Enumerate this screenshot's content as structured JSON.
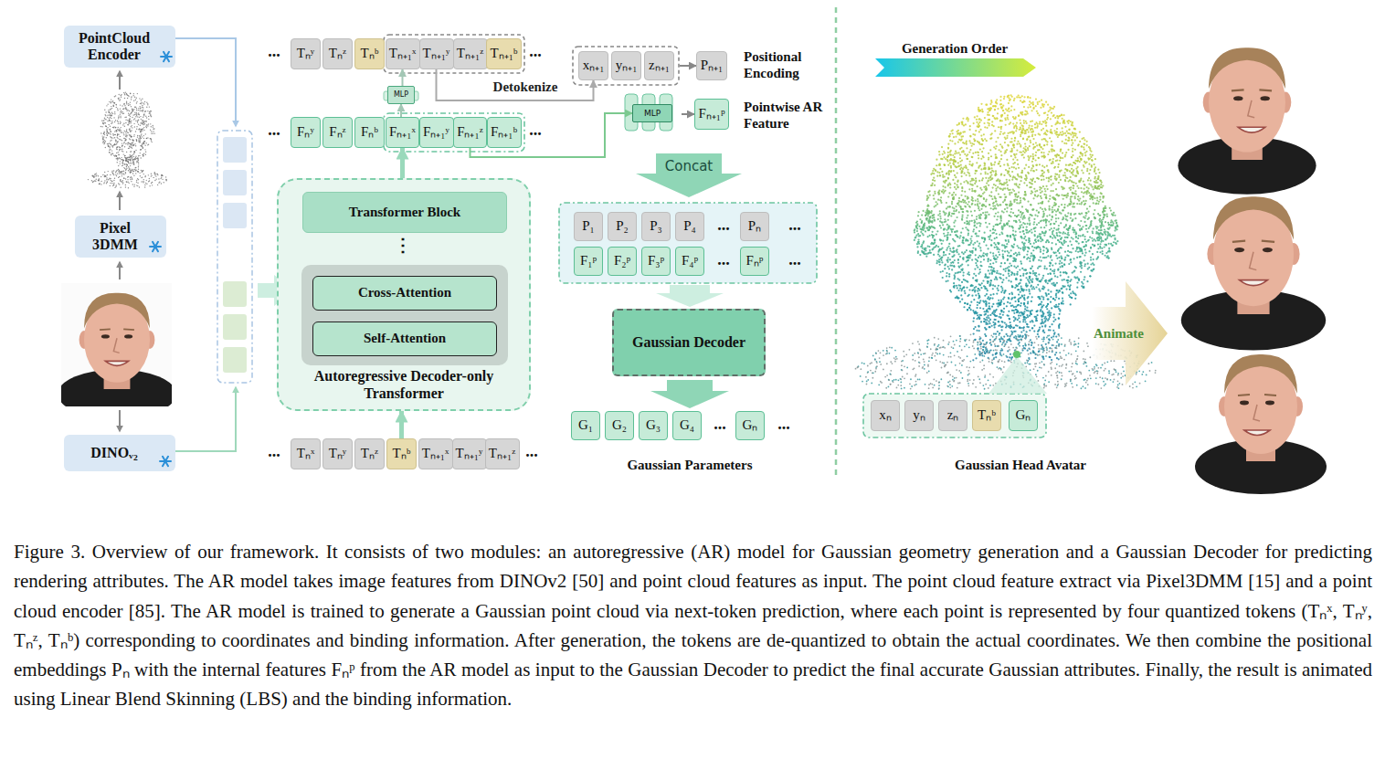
{
  "diagram": {
    "caption": "Figure 3. Overview of our framework. It consists of two modules: an autoregressive (AR) model for Gaussian geometry generation and a Gaussian Decoder for predicting rendering attributes. The AR model takes image features from DINOv2 [50] and point cloud features as input. The point cloud feature extract via Pixel3DMM [15] and a point cloud encoder [85]. The AR model is trained to generate a Gaussian point cloud via next-token prediction, where each point is represented by four quantized tokens (Tₙˣ, Tₙʸ, Tₙᶻ, Tₙᵇ) corresponding to coordinates and binding information. After generation, the tokens are de-quantized to obtain the actual coordinates. We then combine the positional embeddings Pₙ with the internal features Fₙᵖ from the AR model as input to the Gaussian Decoder to predict the final accurate Gaussian attributes. Finally, the result is animated using Linear Blend Skinning (LBS) and the binding information.",
    "nodes": [
      {
        "text": [
          "PointCloud Encoder"
        ]
      },
      {
        "text": [
          "Pixel 3DMM"
        ]
      },
      {
        "text": [
          "DINOᵥ₂"
        ]
      },
      {
        "text": [
          "Tₙʸ"
        ]
      },
      {
        "text": [
          "Tₙᶻ"
        ]
      },
      {
        "text": [
          "Tₙᵇ"
        ]
      },
      {
        "text": [
          "Tₙ₊₁ˣ"
        ]
      },
      {
        "text": [
          "Tₙ₊₁ʸ"
        ]
      },
      {
        "text": [
          "Tₙ₊₁ᶻ"
        ]
      },
      {
        "text": [
          "Tₙ₊₁ᵇ"
        ]
      },
      {
        "text": [
          "xₙ₊₁"
        ]
      },
      {
        "text": [
          "yₙ₊₁"
        ]
      },
      {
        "text": [
          "zₙ₊₁"
        ]
      },
      {
        "text": [
          "Pₙ₊₁"
        ]
      },
      {
        "text": [
          "MLP"
        ]
      },
      {
        "text": [
          "MLP"
        ]
      },
      {
        "text": [
          "Fₙ₊₁ᵖ"
        ]
      },
      {
        "text": [
          "Fₙʸ"
        ]
      },
      {
        "text": [
          "Fₙᶻ"
        ]
      },
      {
        "text": [
          "Fₙᵇ"
        ]
      },
      {
        "text": [
          "Fₙ₊₁ˣ"
        ]
      },
      {
        "text": [
          "Fₙ₊₁ʸ"
        ]
      },
      {
        "text": [
          "Fₙ₊₁ᶻ"
        ]
      },
      {
        "text": [
          "Fₙ₊₁ᵇ"
        ]
      },
      {
        "text": [
          "Autoregressive Decoder-only Transformer"
        ]
      },
      {
        "text": [
          "Transformer Block"
        ],
        "in": 24
      },
      {
        "text": [
          "Cross-Attention"
        ],
        "in": 24
      },
      {
        "text": [
          "Self-Attention"
        ],
        "in": 24
      },
      {
        "text": [
          "P₁"
        ]
      },
      {
        "text": [
          "P₂"
        ]
      },
      {
        "text": [
          "P₃"
        ]
      },
      {
        "text": [
          "P₄"
        ]
      },
      {
        "text": [
          "Pₙ"
        ]
      },
      {
        "text": [
          "F₁ᵖ"
        ]
      },
      {
        "text": [
          "F₂ᵖ"
        ]
      },
      {
        "text": [
          "F₃ᵖ"
        ]
      },
      {
        "text": [
          "F₄ᵖ"
        ]
      },
      {
        "text": [
          "Fₙᵖ"
        ]
      },
      {
        "text": [
          "Gaussian Decoder"
        ]
      },
      {
        "text": [
          "G₁"
        ]
      },
      {
        "text": [
          "G₂"
        ]
      },
      {
        "text": [
          "G₃"
        ]
      },
      {
        "text": [
          "G₄"
        ]
      },
      {
        "text": [
          "Gₙ"
        ]
      },
      {
        "text": [
          "Tₙˣ"
        ]
      },
      {
        "text": [
          "Tₙʸ"
        ]
      },
      {
        "text": [
          "Tₙᶻ"
        ]
      },
      {
        "text": [
          "Tₙᵇ"
        ]
      },
      {
        "text": [
          "Tₙ₊₁ˣ"
        ]
      },
      {
        "text": [
          "Tₙ₊₁ʸ"
        ]
      },
      {
        "text": [
          "Tₙ₊₁ᶻ"
        ]
      },
      {
        "text": [
          "xₙ"
        ]
      },
      {
        "text": [
          "yₙ"
        ]
      },
      {
        "text": [
          "zₙ"
        ]
      },
      {
        "text": [
          "Tₙᵇ"
        ]
      },
      {
        "text": [
          "Gₙ"
        ]
      }
    ],
    "edges": [
      {
        "from": 47,
        "to": 24,
        "arrow": "to"
      },
      {
        "from": 24,
        "to": 20,
        "arrow": "to"
      },
      {
        "from": 20,
        "to": 14,
        "arrow": "to"
      },
      {
        "from": 14,
        "to": 6,
        "arrow": "to"
      },
      {
        "from": 7,
        "to": 10,
        "label": "Detokenize",
        "arrow": "to"
      },
      {
        "from": 12,
        "to": 13,
        "arrow": "to"
      },
      {
        "from": 22,
        "to": 15,
        "arrow": "to"
      },
      {
        "from": 15,
        "to": 16,
        "arrow": "to"
      }
    ],
    "labels": [
      "Positional Encoding",
      "Pointwise AR Feature",
      "Concat",
      "Gaussian Parameters",
      "Generation Order",
      "Animate",
      "Gaussian Head Avatar",
      "⋮",
      "...",
      "...",
      "...",
      "...",
      "...",
      "...",
      "...",
      "...",
      "...",
      "...",
      "...",
      "..."
    ]
  }
}
